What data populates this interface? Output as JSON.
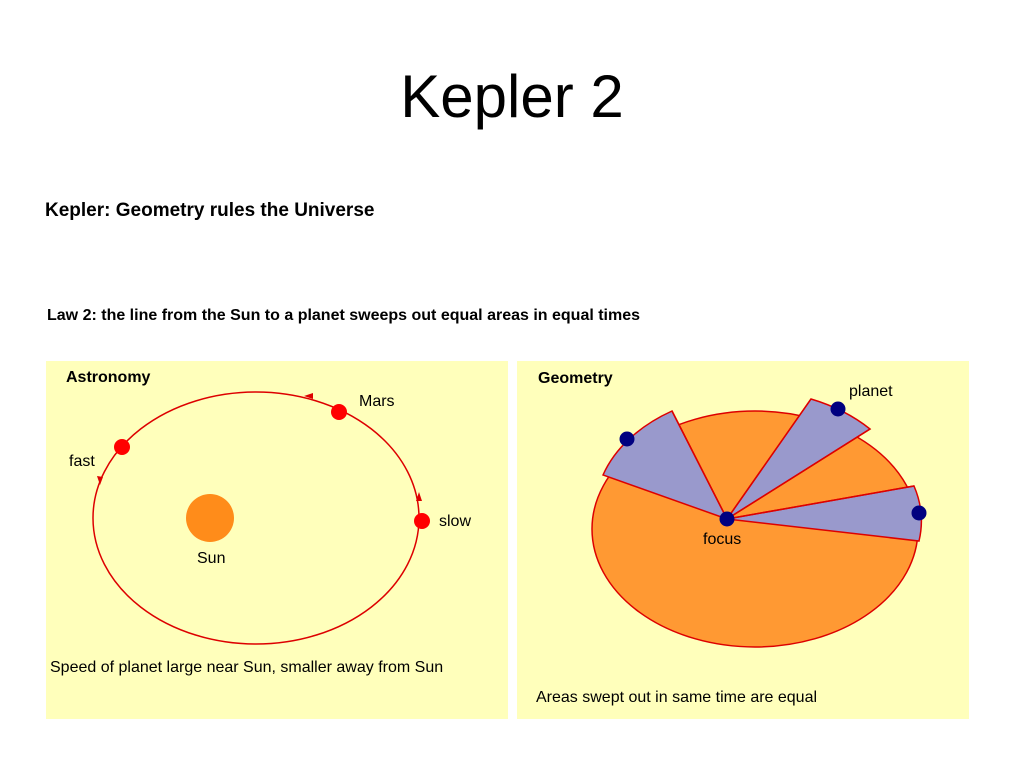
{
  "title": "Kepler 2",
  "subtitle": "Kepler: Geometry rules the Universe",
  "law": "Law 2: the line from the Sun to a planet sweeps out equal areas in equal times",
  "astronomy": {
    "heading": "Astronomy",
    "labels": {
      "mars": "Mars",
      "fast": "fast",
      "slow": "slow",
      "sun": "Sun"
    },
    "caption": "Speed of planet large near Sun, smaller away from Sun"
  },
  "geometry": {
    "heading": "Geometry",
    "labels": {
      "planet": "planet",
      "focus": "focus"
    },
    "caption": "Areas swept out in same time are equal"
  },
  "colors": {
    "panel_bg": "#ffffbb",
    "orbit": "#dd0000",
    "planet_red": "#ff0000",
    "sun": "#ff8c1a",
    "sector_orange": "#ff9933",
    "sector_lavender": "#9999cc",
    "planet_navy": "#000080"
  }
}
